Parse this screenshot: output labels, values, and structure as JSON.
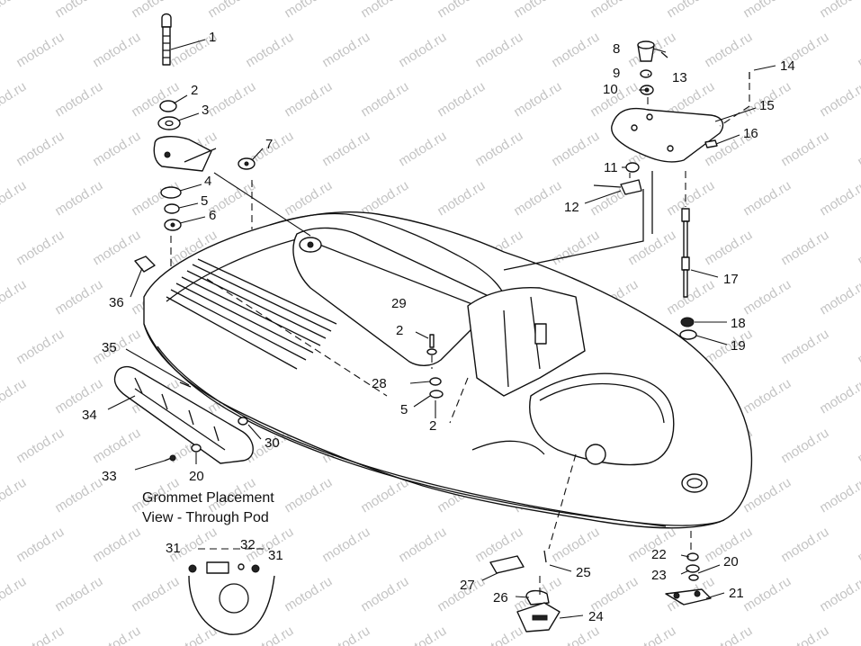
{
  "watermark": "motod.ru",
  "caption": {
    "line1": "Grommet Placement",
    "line2": "View - Through Pod"
  },
  "callouts": [
    "1",
    "2",
    "3",
    "4",
    "5",
    "6",
    "7",
    "8",
    "9",
    "10",
    "11",
    "12",
    "13",
    "14",
    "15",
    "16",
    "17",
    "18",
    "19",
    "20",
    "21",
    "22",
    "23",
    "24",
    "25",
    "26",
    "27",
    "28",
    "29",
    "2",
    "5",
    "2",
    "30",
    "20",
    "31",
    "32",
    "31",
    "33",
    "34",
    "35",
    "36"
  ],
  "colors": {
    "ink": "#111111",
    "watermark": "#c4c4c4",
    "paper": "#ffffff"
  }
}
